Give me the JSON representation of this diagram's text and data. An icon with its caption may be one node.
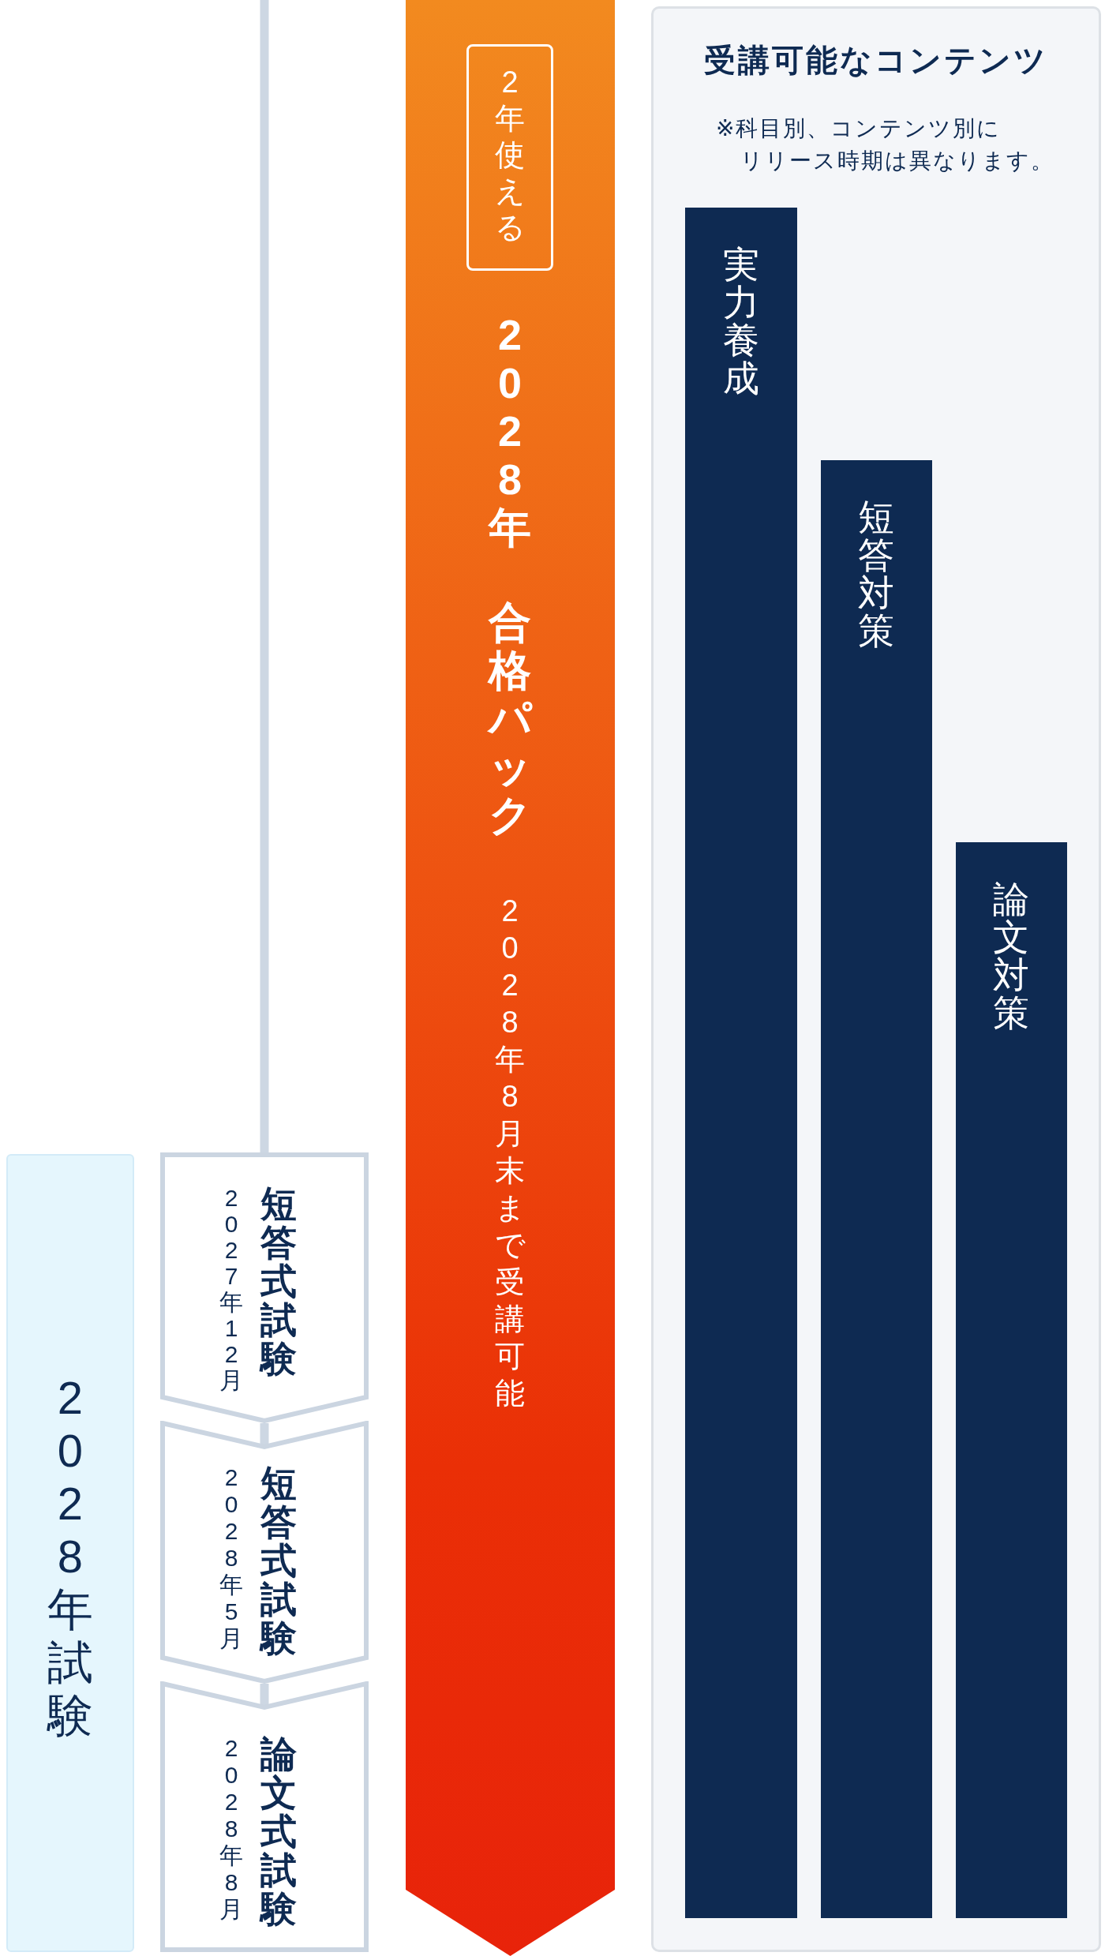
{
  "diagram": {
    "nodes": [
      {
        "text": [
          "2028年",
          "合格パック",
          "2028年8月末まで受講可能"
        ]
      },
      {
        "text": [
          "2年使える"
        ],
        "in": 0
      },
      {
        "text": [
          "受講可能なコンテンツ",
          "※科目別、コンテンツ別にリリース時期は異なります。"
        ]
      },
      {
        "text": [
          "実力養成"
        ],
        "in": 2
      },
      {
        "text": [
          "短答対策"
        ],
        "in": 2
      },
      {
        "text": [
          "論文対策"
        ],
        "in": 2
      },
      {
        "text": [
          "2028年試験"
        ]
      },
      {
        "text": [
          "2027年12月",
          "短答式試験"
        ]
      },
      {
        "text": [
          "2028年5月",
          "短答式試験"
        ]
      },
      {
        "text": [
          "2028年8月",
          "論文式試験"
        ]
      }
    ],
    "edges": [
      {
        "from": null,
        "to": 7,
        "arrow": "none"
      },
      {
        "from": 7,
        "to": 8,
        "arrow": "none"
      },
      {
        "from": 8,
        "to": 9,
        "arrow": "none"
      }
    ]
  }
}
